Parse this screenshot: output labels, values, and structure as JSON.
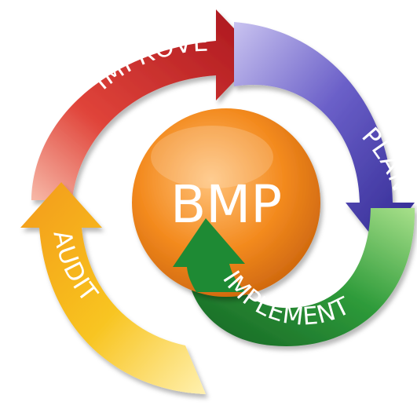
{
  "center": {
    "label": "BMP",
    "color": "#F28A1A"
  },
  "cycle": [
    {
      "key": "improve",
      "label": "IMPROVE",
      "color": "#C8202A"
    },
    {
      "key": "plan",
      "label": "PLAN",
      "color": "#4A3FA8"
    },
    {
      "key": "implement",
      "label": "IMPLEMENT",
      "color": "#1E7F2E"
    },
    {
      "key": "audit",
      "label": "AUDIT",
      "color": "#F5A21E"
    }
  ]
}
